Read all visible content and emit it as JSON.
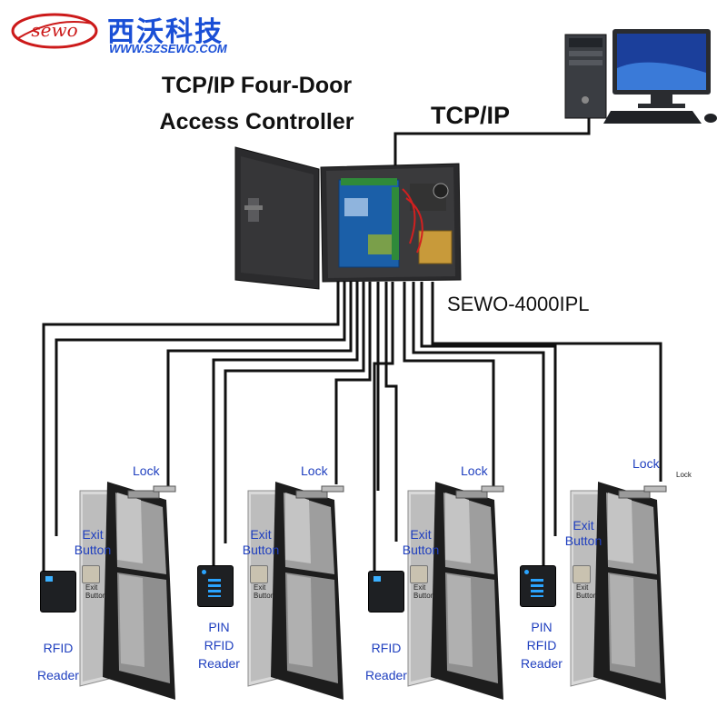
{
  "brand": {
    "logo_text": "sewo",
    "name_cn": "西沃科技",
    "website": "WWW.SZSEWO.COM",
    "color": "#1a4fd6",
    "logo_color": "#cc1a1a"
  },
  "title": {
    "line1": "TCP/IP Four-Door",
    "line2": "Access Controller"
  },
  "network_label": "TCP/IP",
  "controller_model": "SEWO-4000IPL",
  "computer_icon": "desktop-computer-icon",
  "label_color": "#1f3fbf",
  "doors": [
    {
      "lock": "Lock",
      "exit_button": "Exit Button",
      "reader": "RFID Reader",
      "reader_type": "rfid"
    },
    {
      "lock": "Lock",
      "exit_button": "Exit Button",
      "reader": "PIN RFID Reader",
      "reader_type": "pin"
    },
    {
      "lock": "Lock",
      "exit_button": "Exit Button",
      "reader": "RFID Reader",
      "reader_type": "rfid"
    },
    {
      "lock": "Lock",
      "exit_button": "Exit Button",
      "reader": "PIN RFID Reader",
      "reader_type": "pin",
      "lock_small": "Lock"
    }
  ],
  "device_small_label": "Exit Button"
}
